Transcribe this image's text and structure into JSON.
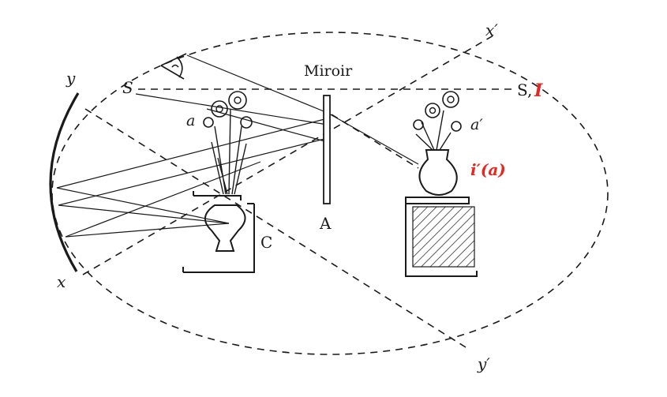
{
  "labels": {
    "miroir": "Miroir",
    "s": "S",
    "s1": "S,",
    "i": "I",
    "y": "y",
    "y_prime": "y′",
    "x": "x",
    "x_prime": "x′",
    "a": "a",
    "a_prime": "a′",
    "image_label": "i′(a)",
    "A": "A",
    "C": "C"
  },
  "colors": {
    "ink": "#1a1a1a",
    "red": "#e8261f",
    "background": "#ffffff"
  }
}
